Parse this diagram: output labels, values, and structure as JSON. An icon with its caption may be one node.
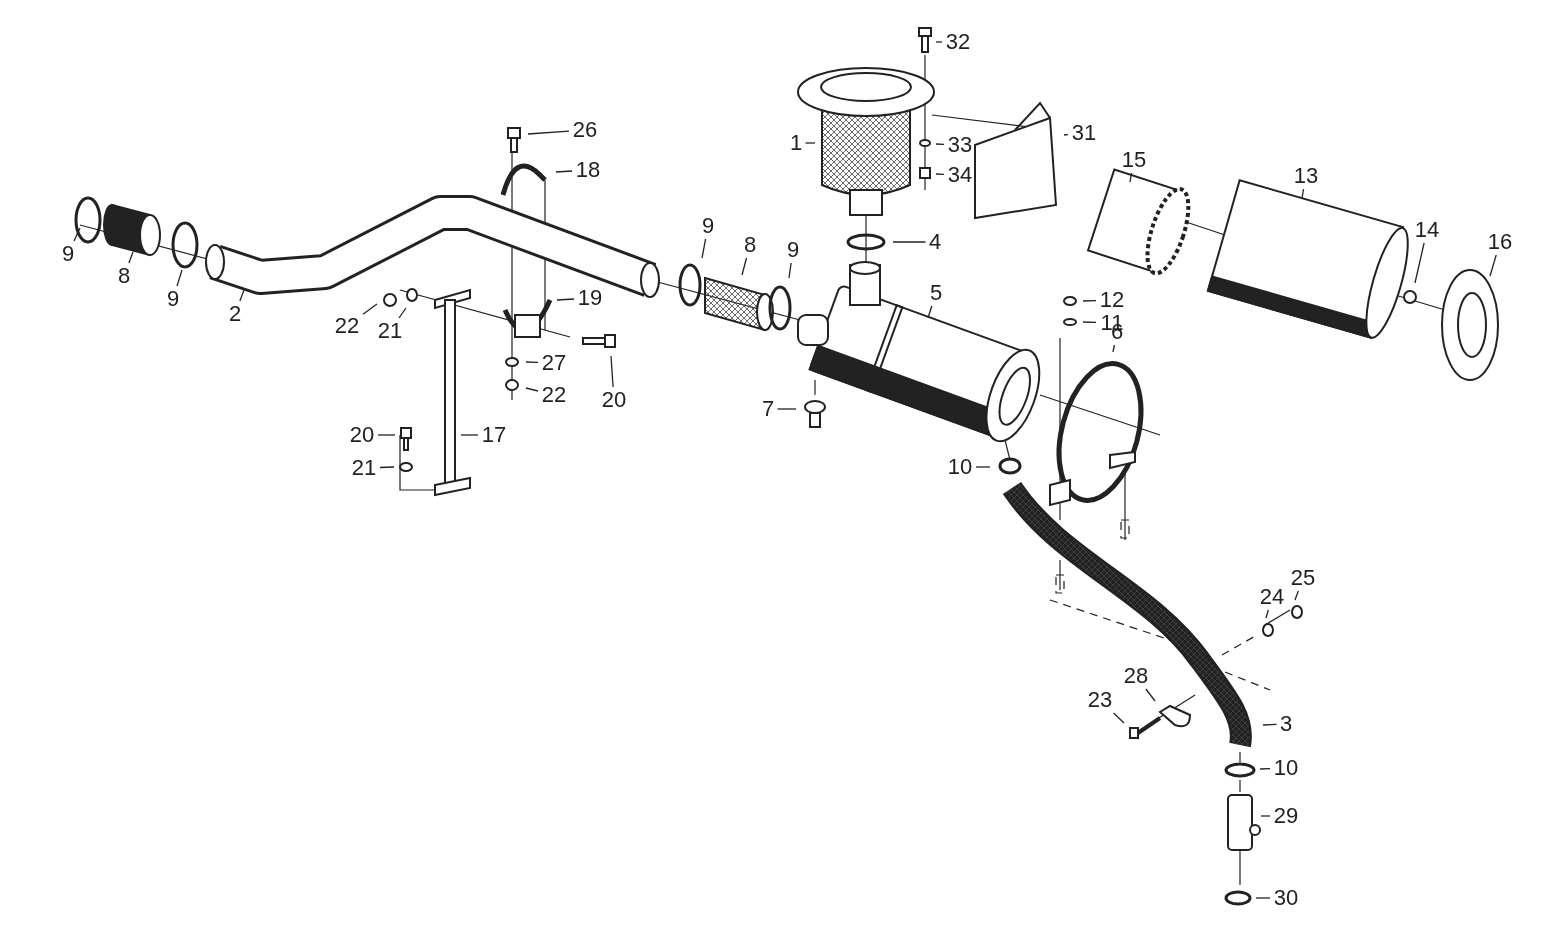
{
  "diagram": {
    "nodes": [
      {
        "text": [
          "32"
        ]
      },
      {
        "text": [
          "26"
        ]
      },
      {
        "text": [
          "18"
        ]
      },
      {
        "text": [
          "1"
        ]
      },
      {
        "text": [
          "33"
        ]
      },
      {
        "text": [
          "31"
        ]
      },
      {
        "text": [
          "34"
        ]
      },
      {
        "text": [
          "15"
        ]
      },
      {
        "text": [
          "13"
        ]
      },
      {
        "text": [
          "9"
        ]
      },
      {
        "text": [
          "8"
        ]
      },
      {
        "text": [
          "9"
        ]
      },
      {
        "text": [
          "4"
        ]
      },
      {
        "text": [
          "14"
        ]
      },
      {
        "text": [
          "16"
        ]
      },
      {
        "text": [
          "9"
        ]
      },
      {
        "text": [
          "8"
        ]
      },
      {
        "text": [
          "9"
        ]
      },
      {
        "text": [
          "5"
        ]
      },
      {
        "text": [
          "12"
        ]
      },
      {
        "text": [
          "11"
        ]
      },
      {
        "text": [
          "6"
        ]
      },
      {
        "text": [
          "2"
        ]
      },
      {
        "text": [
          "22"
        ]
      },
      {
        "text": [
          "21"
        ]
      },
      {
        "text": [
          "19"
        ]
      },
      {
        "text": [
          "27"
        ]
      },
      {
        "text": [
          "22"
        ]
      },
      {
        "text": [
          "20"
        ]
      },
      {
        "text": [
          "7"
        ]
      },
      {
        "text": [
          "20"
        ]
      },
      {
        "text": [
          "17"
        ]
      },
      {
        "text": [
          "21"
        ]
      },
      {
        "text": [
          "10"
        ]
      },
      {
        "text": [
          "25"
        ]
      },
      {
        "text": [
          "24"
        ]
      },
      {
        "text": [
          "28"
        ]
      },
      {
        "text": [
          "23"
        ]
      },
      {
        "text": [
          "3"
        ]
      },
      {
        "text": [
          "10"
        ]
      },
      {
        "text": [
          "29"
        ]
      },
      {
        "text": [
          "30"
        ]
      }
    ],
    "edges": [
      {
        "from": 0,
        "to": null,
        "arrow": "none"
      },
      {
        "from": 1,
        "to": null,
        "arrow": "none"
      },
      {
        "from": 2,
        "to": null,
        "arrow": "none"
      },
      {
        "from": 3,
        "to": null,
        "arrow": "none"
      },
      {
        "from": 4,
        "to": null,
        "arrow": "none"
      },
      {
        "from": 5,
        "to": null,
        "arrow": "none"
      },
      {
        "from": 6,
        "to": null,
        "arrow": "none"
      },
      {
        "from": 7,
        "to": null,
        "arrow": "none"
      },
      {
        "from": 8,
        "to": null,
        "arrow": "none"
      },
      {
        "from": 9,
        "to": null,
        "arrow": "none"
      },
      {
        "from": 10,
        "to": null,
        "arrow": "none"
      },
      {
        "from": 11,
        "to": null,
        "arrow": "none"
      },
      {
        "from": 12,
        "to": null,
        "arrow": "none"
      },
      {
        "from": 13,
        "to": null,
        "arrow": "none"
      },
      {
        "from": 14,
        "to": null,
        "arrow": "none"
      },
      {
        "from": 15,
        "to": null,
        "arrow": "none"
      },
      {
        "from": 16,
        "to": null,
        "arrow": "none"
      },
      {
        "from": 17,
        "to": null,
        "arrow": "none"
      },
      {
        "from": 18,
        "to": null,
        "arrow": "none"
      },
      {
        "from": 19,
        "to": null,
        "arrow": "none"
      },
      {
        "from": 20,
        "to": null,
        "arrow": "none"
      },
      {
        "from": 21,
        "to": null,
        "arrow": "none"
      },
      {
        "from": 22,
        "to": null,
        "arrow": "none"
      },
      {
        "from": 23,
        "to": null,
        "arrow": "none"
      },
      {
        "from": 24,
        "to": null,
        "arrow": "none"
      },
      {
        "from": 25,
        "to": null,
        "arrow": "none"
      },
      {
        "from": 26,
        "to": null,
        "arrow": "none"
      },
      {
        "from": 27,
        "to": null,
        "arrow": "none"
      },
      {
        "from": 28,
        "to": null,
        "arrow": "none"
      },
      {
        "from": 29,
        "to": null,
        "arrow": "none"
      },
      {
        "from": 30,
        "to": null,
        "arrow": "none"
      },
      {
        "from": 31,
        "to": null,
        "arrow": "none"
      },
      {
        "from": 32,
        "to": null,
        "arrow": "none"
      },
      {
        "from": 33,
        "to": null,
        "arrow": "none"
      },
      {
        "from": 34,
        "to": null,
        "arrow": "none"
      },
      {
        "from": 35,
        "to": null,
        "arrow": "none"
      },
      {
        "from": 36,
        "to": null,
        "arrow": "none"
      },
      {
        "from": 37,
        "to": null,
        "arrow": "none"
      },
      {
        "from": 38,
        "to": null,
        "arrow": "none"
      },
      {
        "from": 39,
        "to": null,
        "arrow": "none"
      },
      {
        "from": 40,
        "to": null,
        "arrow": "none"
      },
      {
        "from": 41,
        "to": null,
        "arrow": "none"
      }
    ]
  }
}
